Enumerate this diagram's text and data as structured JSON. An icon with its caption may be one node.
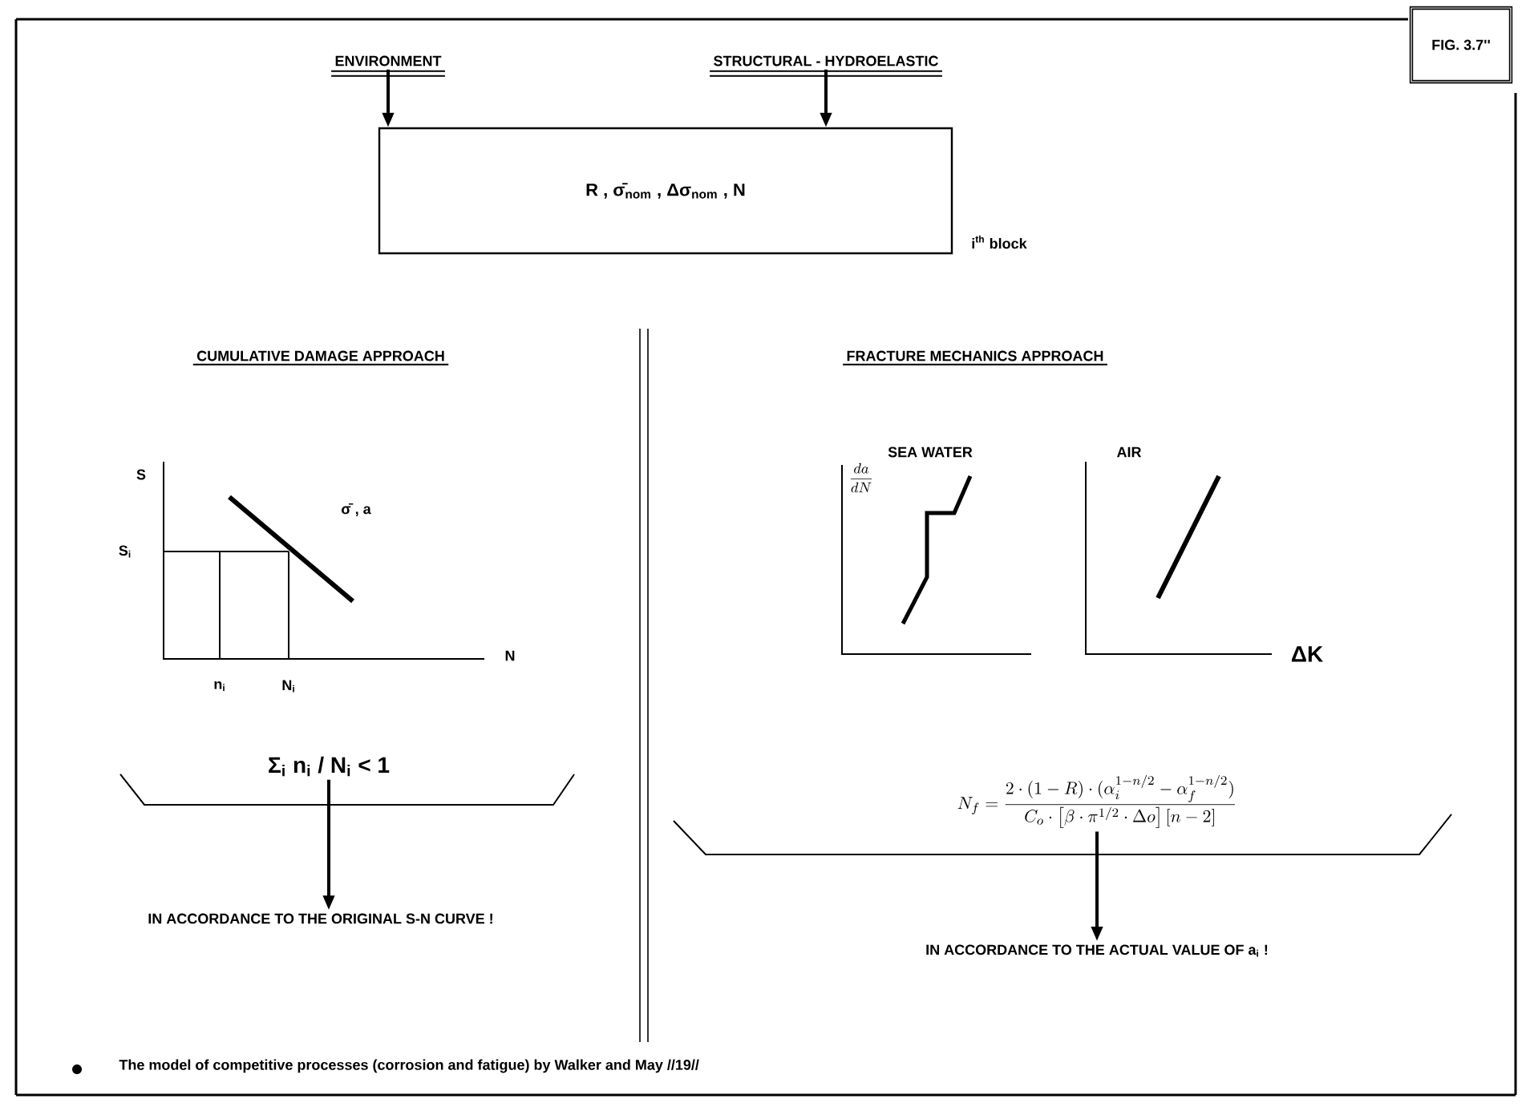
{
  "diagram": {
    "nodes": [
      {
        "text": [
          "ENVIRONMENT"
        ]
      },
      {
        "text": [
          "STRUCTURAL - HYDROELASTIC"
        ]
      },
      {
        "text": [
          "R , σ̄$_{nom}$ , Δσ$_{nom}$ , N"
        ],
        "beside": [
          "i$^{th}$ block"
        ]
      },
      {
        "text": [
          "Σ$_{i}$ n$_{i}$ / N$_{i}$ < 1"
        ]
      },
      {
        "text": [
          "IN ACCORDANCE TO THE ORIGINAL S-N CURVE !"
        ]
      },
      {
        "text": [
          "N_f = \\frac{2\\cdot(1-R)\\cdot(\\alpha_i^{1-n/2}-\\alpha_f^{1-n/2})}{C_o\\cdot\\left[\\beta\\cdot\\pi^{1/2}\\cdot\\Delta o\\right]\\left[n-2\\right]}"
        ]
      },
      {
        "text": [
          "IN ACCORDANCE TO THE ACTUAL VALUE OF a$_{i}$ !"
        ]
      }
    ],
    "edges": [
      {
        "from": 0,
        "to": 2,
        "arrow": "to"
      },
      {
        "from": 1,
        "to": 2,
        "arrow": "to"
      },
      {
        "from": 3,
        "to": 4,
        "arrow": "to"
      },
      {
        "from": 5,
        "to": 6,
        "arrow": "to"
      }
    ],
    "labels": [
      "FIG. 3.7''",
      "CUMULATIVE DAMAGE APPROACH",
      "S",
      "S$_{i}$",
      "σ̄ , a",
      "N",
      "n$_{i}$",
      "N$_{i}$",
      "FRACTURE MECHANICS APPROACH",
      "\\frac{da}{dN}",
      "SEA WATER",
      "AIR",
      "ΔK",
      "The model of competitive processes (corrosion and fatigue) by Walker and May //19//"
    ]
  }
}
